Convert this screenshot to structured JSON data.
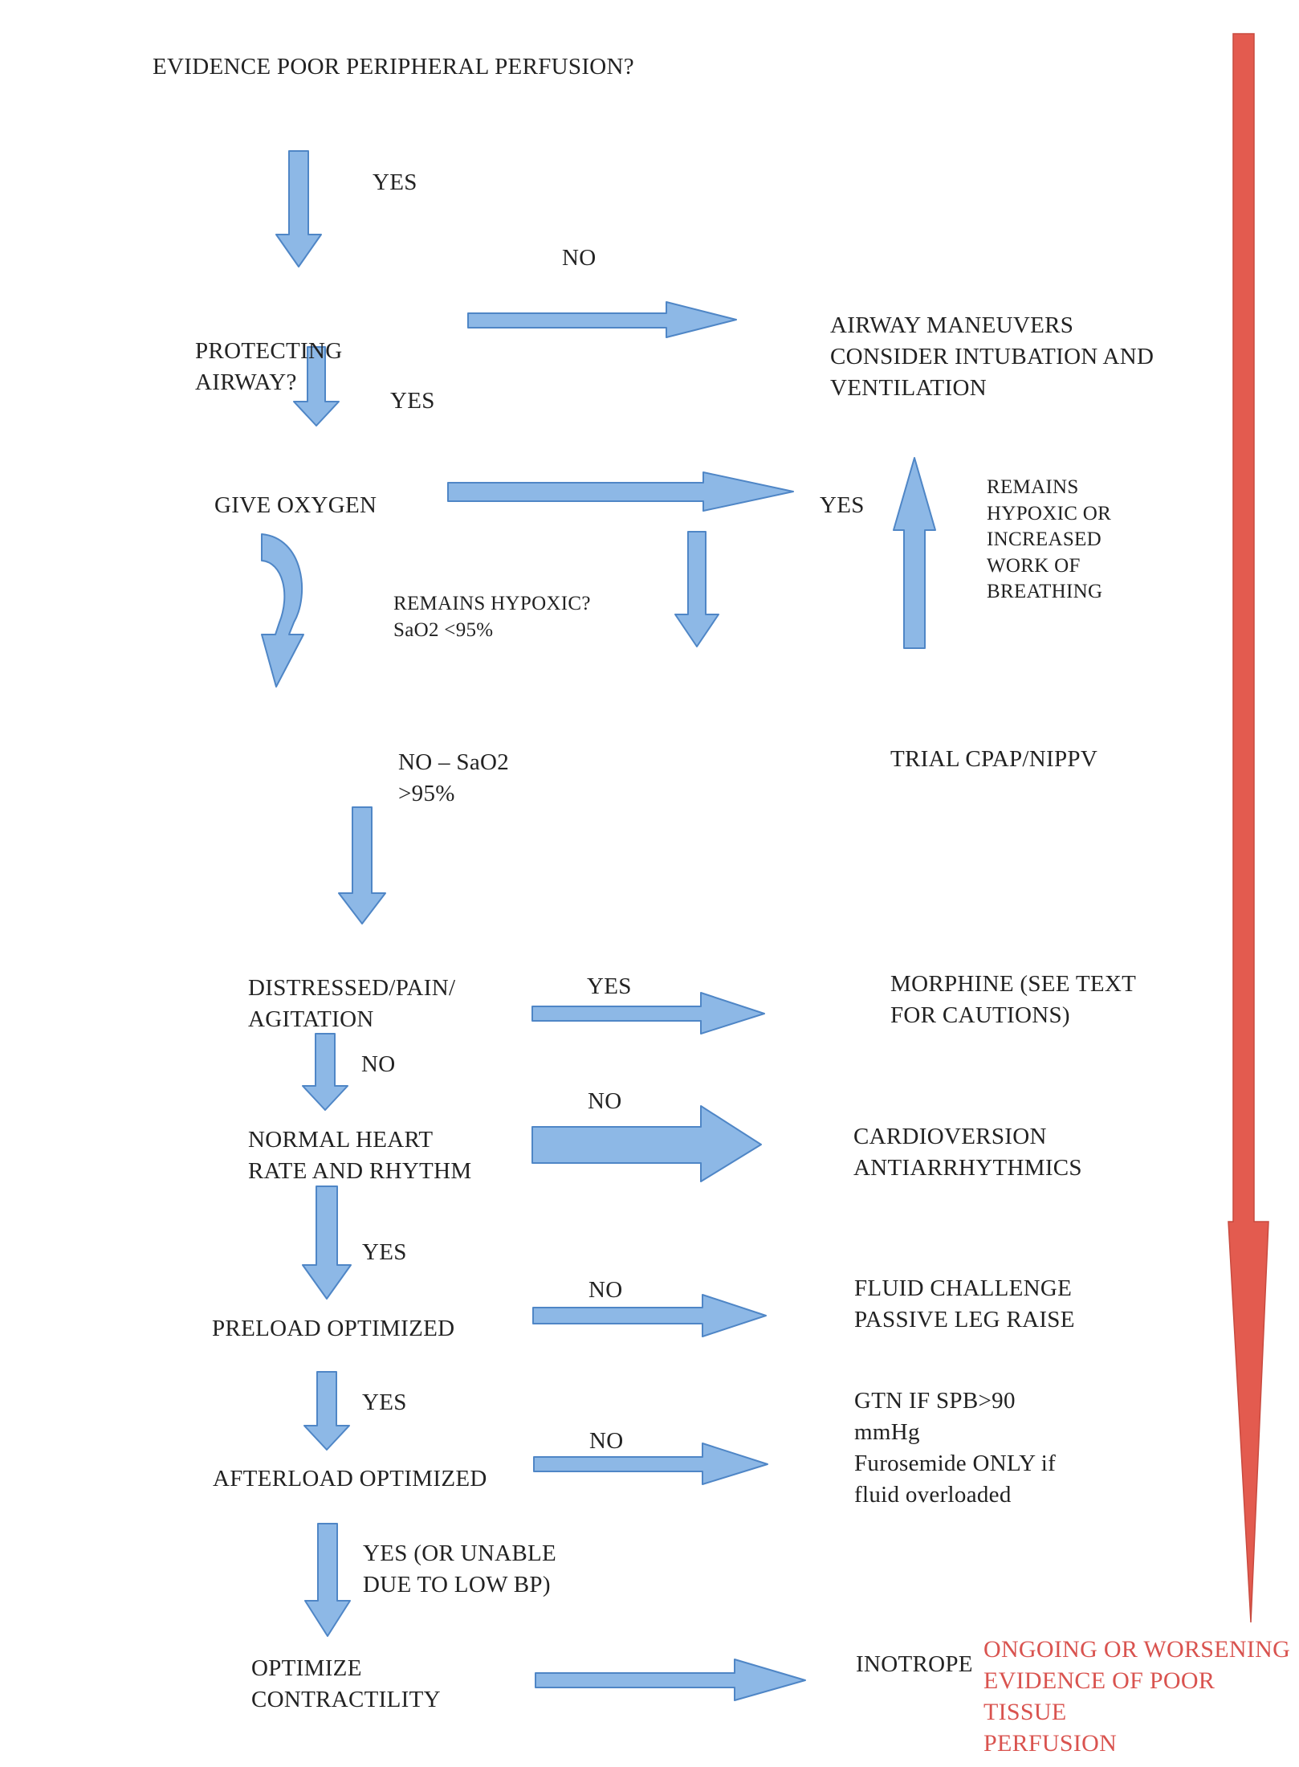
{
  "colors": {
    "arrow_fill": "#8db8e6",
    "arrow_stroke": "#4f86c6",
    "red_arrow": "#e35b4f",
    "red_text": "#d9534f"
  },
  "nodes": {
    "q_perfusion": "EVIDENCE POOR PERIPHERAL PERFUSION?",
    "q_airway": "PROTECTING\nAIRWAY?",
    "airway_maneuvers": "AIRWAY MANEUVERS\nCONSIDER INTUBATION AND\nVENTILATION",
    "give_oxygen": "GIVE OXYGEN",
    "remains_hypoxic": "REMAINS HYPOXIC?\nSaO2 <95%",
    "remains_hypoxic_work": "REMAINS\nHYPOXIC OR\nINCREASED\nWORK OF\nBREATHING",
    "trial_cpap": "TRIAL CPAP/NIPPV",
    "distressed": "DISTRESSED/PAIN/\nAGITATION",
    "morphine": "MORPHINE (SEE TEXT\nFOR CAUTIONS)",
    "heart_rate": "NORMAL HEART\nRATE AND RHYTHM",
    "cardioversion": "CARDIOVERSION\nANTIARRHYTHMICS",
    "preload": "PRELOAD OPTIMIZED",
    "fluid_challenge": "FLUID CHALLENGE\nPASSIVE LEG RAISE",
    "afterload": "AFTERLOAD OPTIMIZED",
    "gtn": "GTN IF SPB>90\nmmHg\nFurosemide ONLY if\nfluid overloaded",
    "contractility": "OPTIMIZE\nCONTRACTILITY",
    "inotrope": "INOTROPE",
    "ongoing": "ONGOING OR WORSENING\nEVIDENCE OF POOR TISSUE\nPERFUSION"
  },
  "edges": {
    "yes_perfusion": "YES",
    "no_airway": "NO",
    "yes_airway": "YES",
    "yes_hypoxic": "YES",
    "no_sao2": "NO – SaO2\n>95%",
    "yes_distressed": "YES",
    "no_distressed": "NO",
    "no_heart": "NO",
    "yes_heart": "YES",
    "no_preload": "NO",
    "yes_preload": "YES",
    "no_afterload": "NO",
    "yes_afterload": "YES (OR UNABLE\nDUE TO LOW BP)"
  }
}
